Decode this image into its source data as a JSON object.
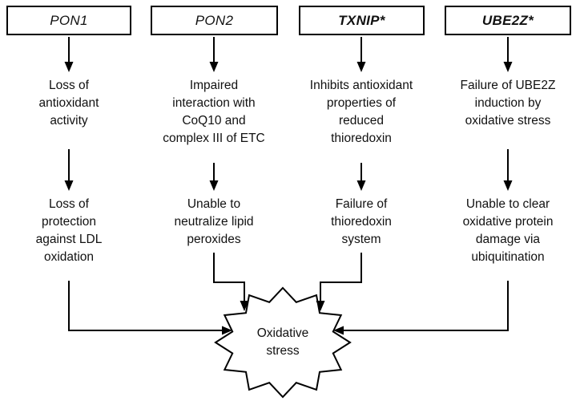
{
  "colors": {
    "background": "#ffffff",
    "line": "#000000",
    "text": "#111111"
  },
  "columns": [
    {
      "gene": "PON1",
      "effect1": "Loss of\nantioxidant\nactivity",
      "effect2": "Loss of\nprotection\nagainst LDL\noxidation"
    },
    {
      "gene": "PON2",
      "effect1": "Impaired\ninteraction with\nCoQ10 and\ncomplex III of ETC",
      "effect2": "Unable to\nneutralize lipid\nperoxides"
    },
    {
      "gene": "TXNIP*",
      "effect1": "Inhibits antioxidant\nproperties of\nreduced\nthioredoxin",
      "effect2": "Failure of\nthioredoxin\nsystem"
    },
    {
      "gene": "UBE2Z*",
      "effect1": "Failure of UBE2Z\ninduction by\noxidative stress",
      "effect2": "Unable to clear\noxidative protein\ndamage via\nubiquitination"
    }
  ],
  "center": {
    "label": "Oxidative\nstress"
  }
}
